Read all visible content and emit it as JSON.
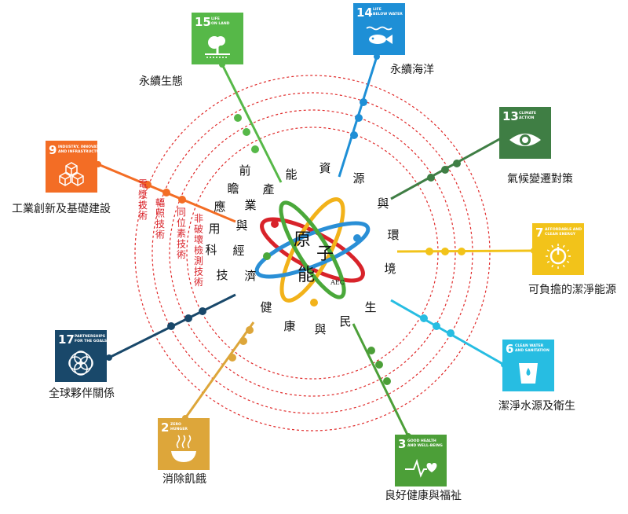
{
  "center": {
    "logo_chars": [
      "原",
      "子",
      "能"
    ],
    "logo_small": "AEC",
    "ring_chars": [
      "前",
      "瞻",
      "產",
      "業",
      "應",
      "用",
      "與",
      "科",
      "技",
      "經",
      "濟",
      "能",
      "資",
      "源",
      "與",
      "環",
      "境",
      "健",
      "康",
      "與",
      "民",
      "生"
    ]
  },
  "red_labels": [
    "電漿技術",
    "輻照技術",
    "同位素技術",
    "非破壞檢測技術"
  ],
  "goals": [
    {
      "id": "sdg15",
      "num": "15",
      "title_lines": [
        "LIFE",
        "ON LAND"
      ],
      "caption": "永續生態",
      "color": "#56b848",
      "icon": "tree-icon"
    },
    {
      "id": "sdg14",
      "num": "14",
      "title_lines": [
        "LIFE",
        "BELOW WATER"
      ],
      "caption": "永續海洋",
      "color": "#1e8fd6",
      "icon": "fish-icon"
    },
    {
      "id": "sdg13",
      "num": "13",
      "title_lines": [
        "CLIMATE",
        "ACTION"
      ],
      "caption": "氣候變遷對策",
      "color": "#3f7e44",
      "icon": "eye-globe-icon"
    },
    {
      "id": "sdg7",
      "num": "7",
      "title_lines": [
        "AFFORDABLE AND",
        "CLEAN ENERGY"
      ],
      "caption": "可負擔的潔淨能源",
      "color": "#f2c31a",
      "icon": "power-sun-icon"
    },
    {
      "id": "sdg6",
      "num": "6",
      "title_lines": [
        "CLEAN WATER",
        "AND SANITATION"
      ],
      "caption": "潔淨水源及衛生",
      "color": "#27bde2",
      "icon": "water-cup-icon"
    },
    {
      "id": "sdg3",
      "num": "3",
      "title_lines": [
        "GOOD HEALTH",
        "AND WELL-BEING"
      ],
      "caption": "良好健康與福祉",
      "color": "#4c9f38",
      "icon": "heartbeat-icon"
    },
    {
      "id": "sdg2",
      "num": "2",
      "title_lines": [
        "ZERO",
        "HUNGER"
      ],
      "caption": "消除飢餓",
      "color": "#dda63a",
      "icon": "bowl-icon"
    },
    {
      "id": "sdg17",
      "num": "17",
      "title_lines": [
        "PARTNERSHIPS",
        "FOR THE GOALS"
      ],
      "caption": "全球夥伴關係",
      "color": "#19486a",
      "icon": "rings-icon"
    },
    {
      "id": "sdg9",
      "num": "9",
      "title_lines": [
        "INDUSTRY, INNOVATION",
        "AND INFRASTRUCTURE"
      ],
      "caption": "工業創新及基礎建設",
      "color": "#f36d25",
      "icon": "cubes-icon"
    }
  ]
}
